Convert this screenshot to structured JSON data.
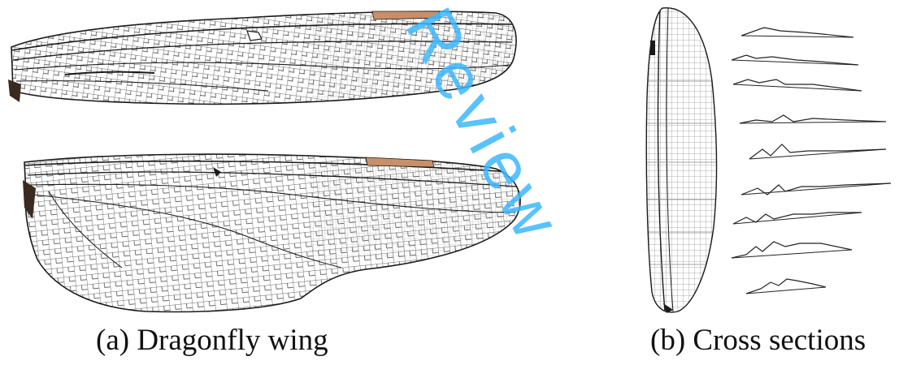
{
  "figure": {
    "panel_a": {
      "caption": "(a) Dragonfly wing"
    },
    "panel_b": {
      "caption": "(b) Cross sections"
    }
  },
  "watermark": {
    "text": "Review",
    "color": "#3db8ff"
  },
  "colors": {
    "vein": "#1a1a1a",
    "pterostigma": "#c8906a",
    "background": "#ffffff"
  },
  "cross_sections": {
    "count": 9
  }
}
